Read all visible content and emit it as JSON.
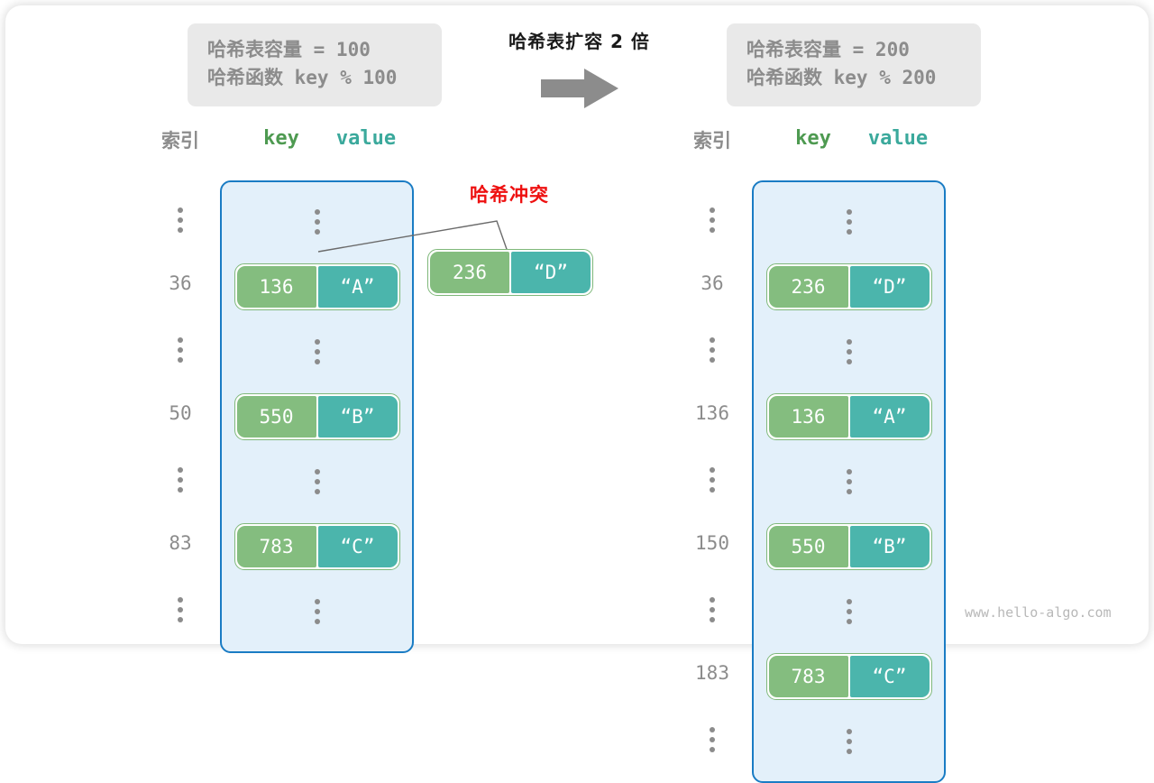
{
  "diagram": {
    "title_center": "哈希表扩容 2 倍",
    "watermark": "www.hello-algo.com",
    "collision_label": "哈希冲突",
    "arrow_icon": "right-arrow-icon",
    "colors": {
      "key_fill": "#84bd7f",
      "value_fill": "#4bb5ac",
      "bucket_border": "#1a7cc4",
      "bucket_fill": "#e3f0fa",
      "key_header": "#4e9a51",
      "value_header": "#3ba99c",
      "collision_red": "#ee1111",
      "info_box_bg": "#e9e9e9",
      "muted_text": "#8c8c8c"
    }
  },
  "info_left": {
    "capacity_label": "哈希表容量",
    "capacity_expr": " = 100",
    "hash_label": "哈希函数",
    "hash_expr": " key % 100"
  },
  "info_right": {
    "capacity_label": "哈希表容量",
    "capacity_expr": " = 200",
    "hash_label": "哈希函数",
    "hash_expr": " key % 200"
  },
  "table_left": {
    "header_index": "索引",
    "header_key": "key",
    "header_value": "value",
    "rows": [
      {
        "type": "dots",
        "index": "⋮"
      },
      {
        "type": "pair",
        "index": "36",
        "key": "136",
        "value": "“A”"
      },
      {
        "type": "dots",
        "index": "⋮"
      },
      {
        "type": "pair",
        "index": "50",
        "key": "550",
        "value": "“B”"
      },
      {
        "type": "dots",
        "index": "⋮"
      },
      {
        "type": "pair",
        "index": "83",
        "key": "783",
        "value": "“C”"
      },
      {
        "type": "dots",
        "index": "⋮"
      }
    ]
  },
  "table_right": {
    "header_index": "索引",
    "header_key": "key",
    "header_value": "value",
    "rows": [
      {
        "type": "dots",
        "index": "⋮"
      },
      {
        "type": "pair",
        "index": "36",
        "key": "236",
        "value": "“D”"
      },
      {
        "type": "dots",
        "index": "⋮"
      },
      {
        "type": "pair",
        "index": "136",
        "key": "136",
        "value": "“A”"
      },
      {
        "type": "dots",
        "index": "⋮"
      },
      {
        "type": "pair",
        "index": "150",
        "key": "550",
        "value": "“B”"
      },
      {
        "type": "dots",
        "index": "⋮"
      },
      {
        "type": "pair",
        "index": "183",
        "key": "783",
        "value": "“C”"
      },
      {
        "type": "dots",
        "index": "⋮"
      }
    ]
  },
  "floating_pair": {
    "key": "236",
    "value": "“D”"
  }
}
